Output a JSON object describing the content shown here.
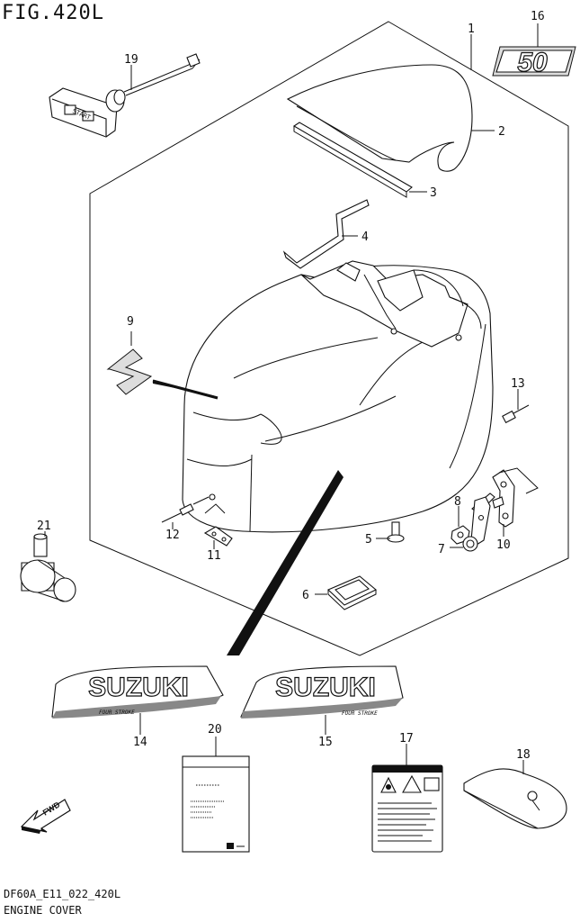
{
  "figure": {
    "title": "FIG.420L",
    "code": "DF60A_E11_022_420L",
    "name": "ENGINE COVER"
  },
  "badge_text": "50",
  "decal_text": "SUZUKI",
  "decal_sub": "FOUR STROKE",
  "fwd_label": "FWD",
  "start_label": "START",
  "callouts": [
    "1",
    "2",
    "3",
    "4",
    "5",
    "6",
    "7",
    "8",
    "9",
    "10",
    "11",
    "12",
    "13",
    "14",
    "15",
    "16",
    "17",
    "18",
    "19",
    "20",
    "21"
  ]
}
